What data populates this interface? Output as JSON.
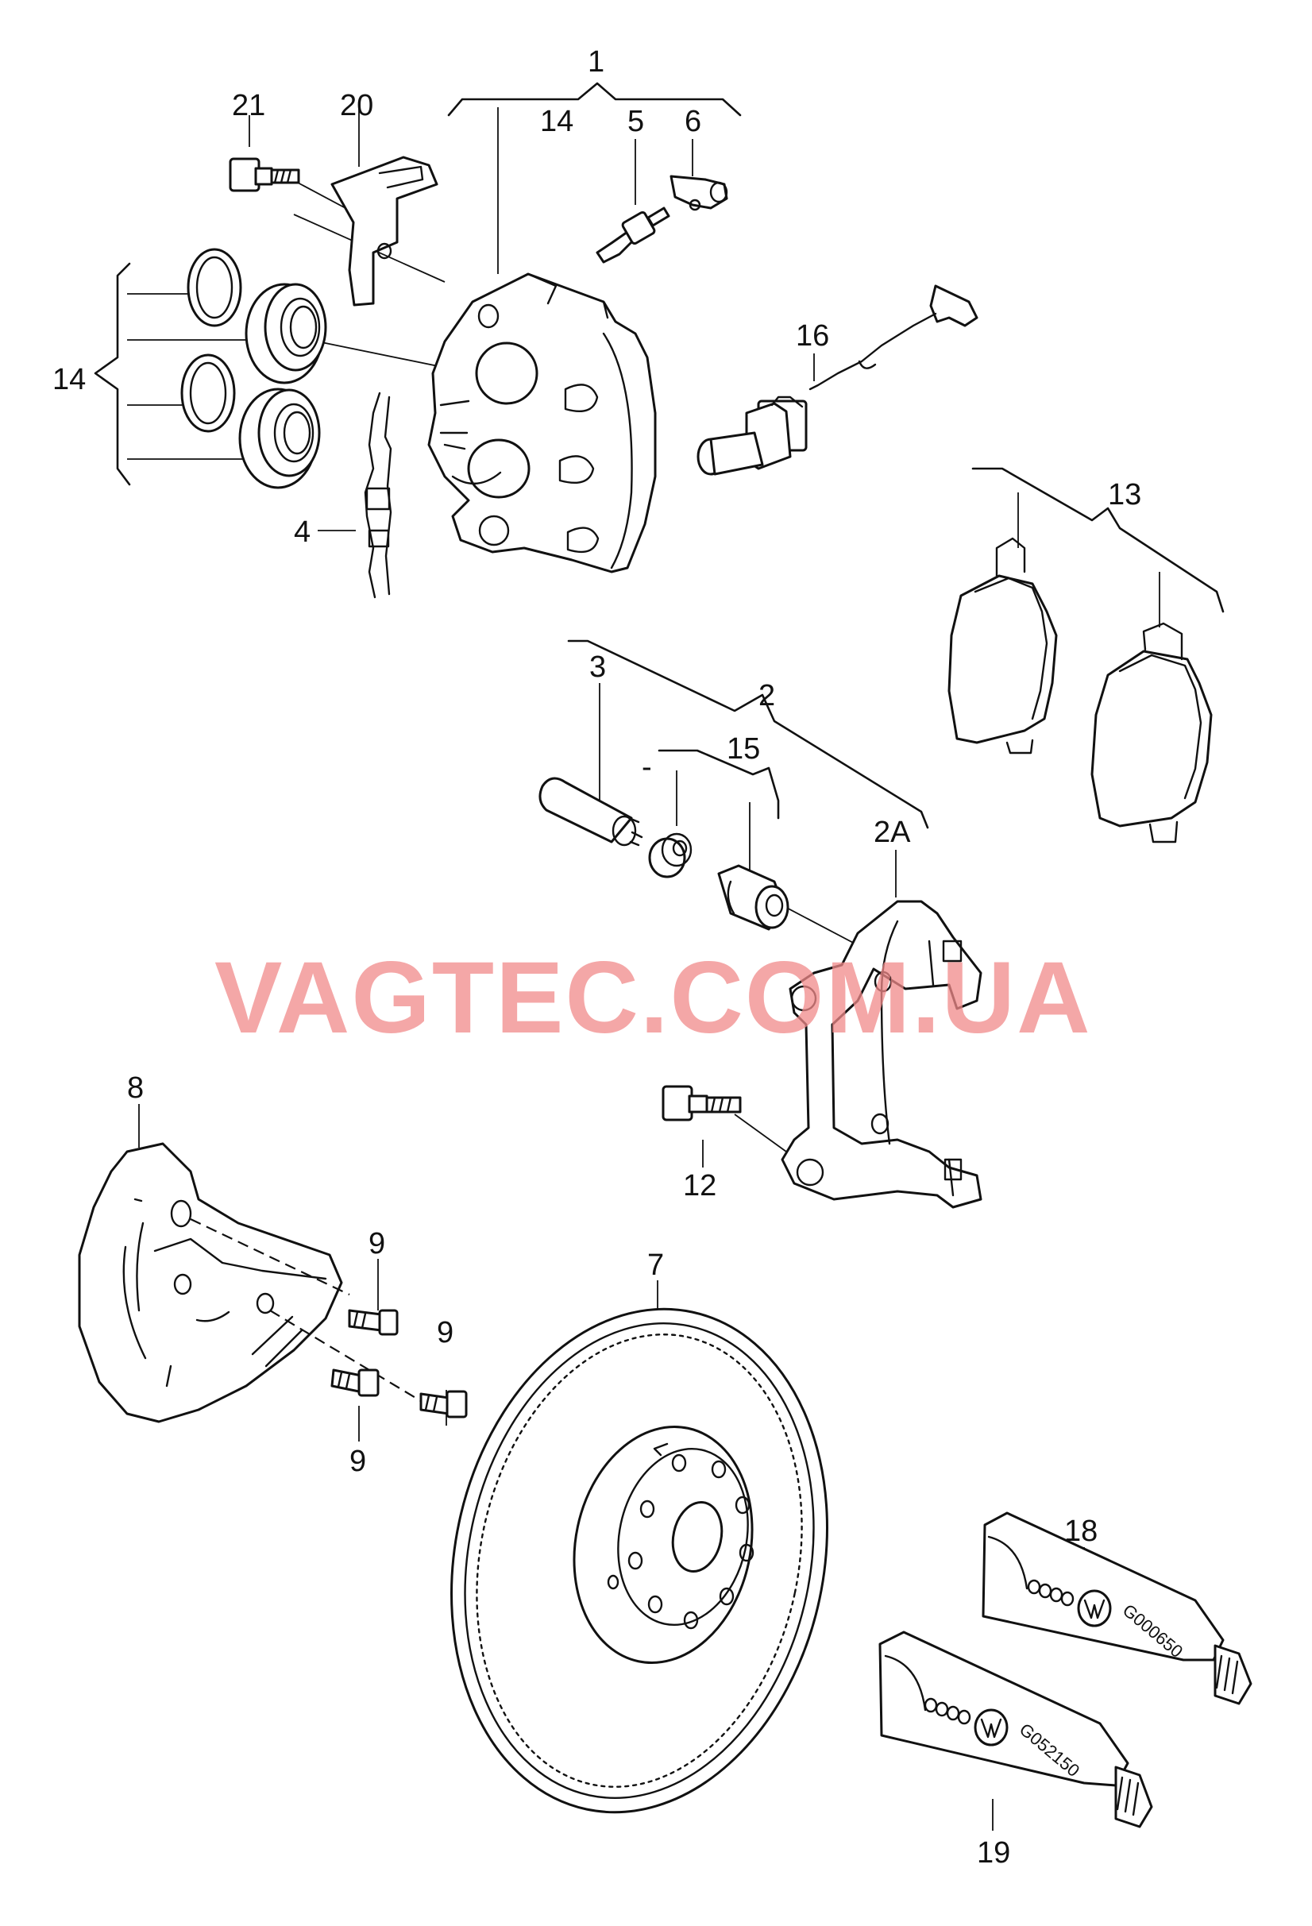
{
  "callouts": {
    "c1": "1",
    "c2": "2",
    "c2a": "2A",
    "c3": "3",
    "c4": "4",
    "c5": "5",
    "c6": "6",
    "c7": "7",
    "c8": "8",
    "c9a": "9",
    "c9b": "9",
    "c9c": "9",
    "c12": "12",
    "c13": "13",
    "c14a": "14",
    "c14b": "14",
    "c15": "15",
    "c16": "16",
    "c18": "18",
    "c19": "19",
    "c20": "20",
    "c21": "21",
    "dash": "-"
  },
  "tubes": {
    "t18": "G000650",
    "t19": "G052150"
  },
  "watermark": "VAGTEC.COM.UA"
}
